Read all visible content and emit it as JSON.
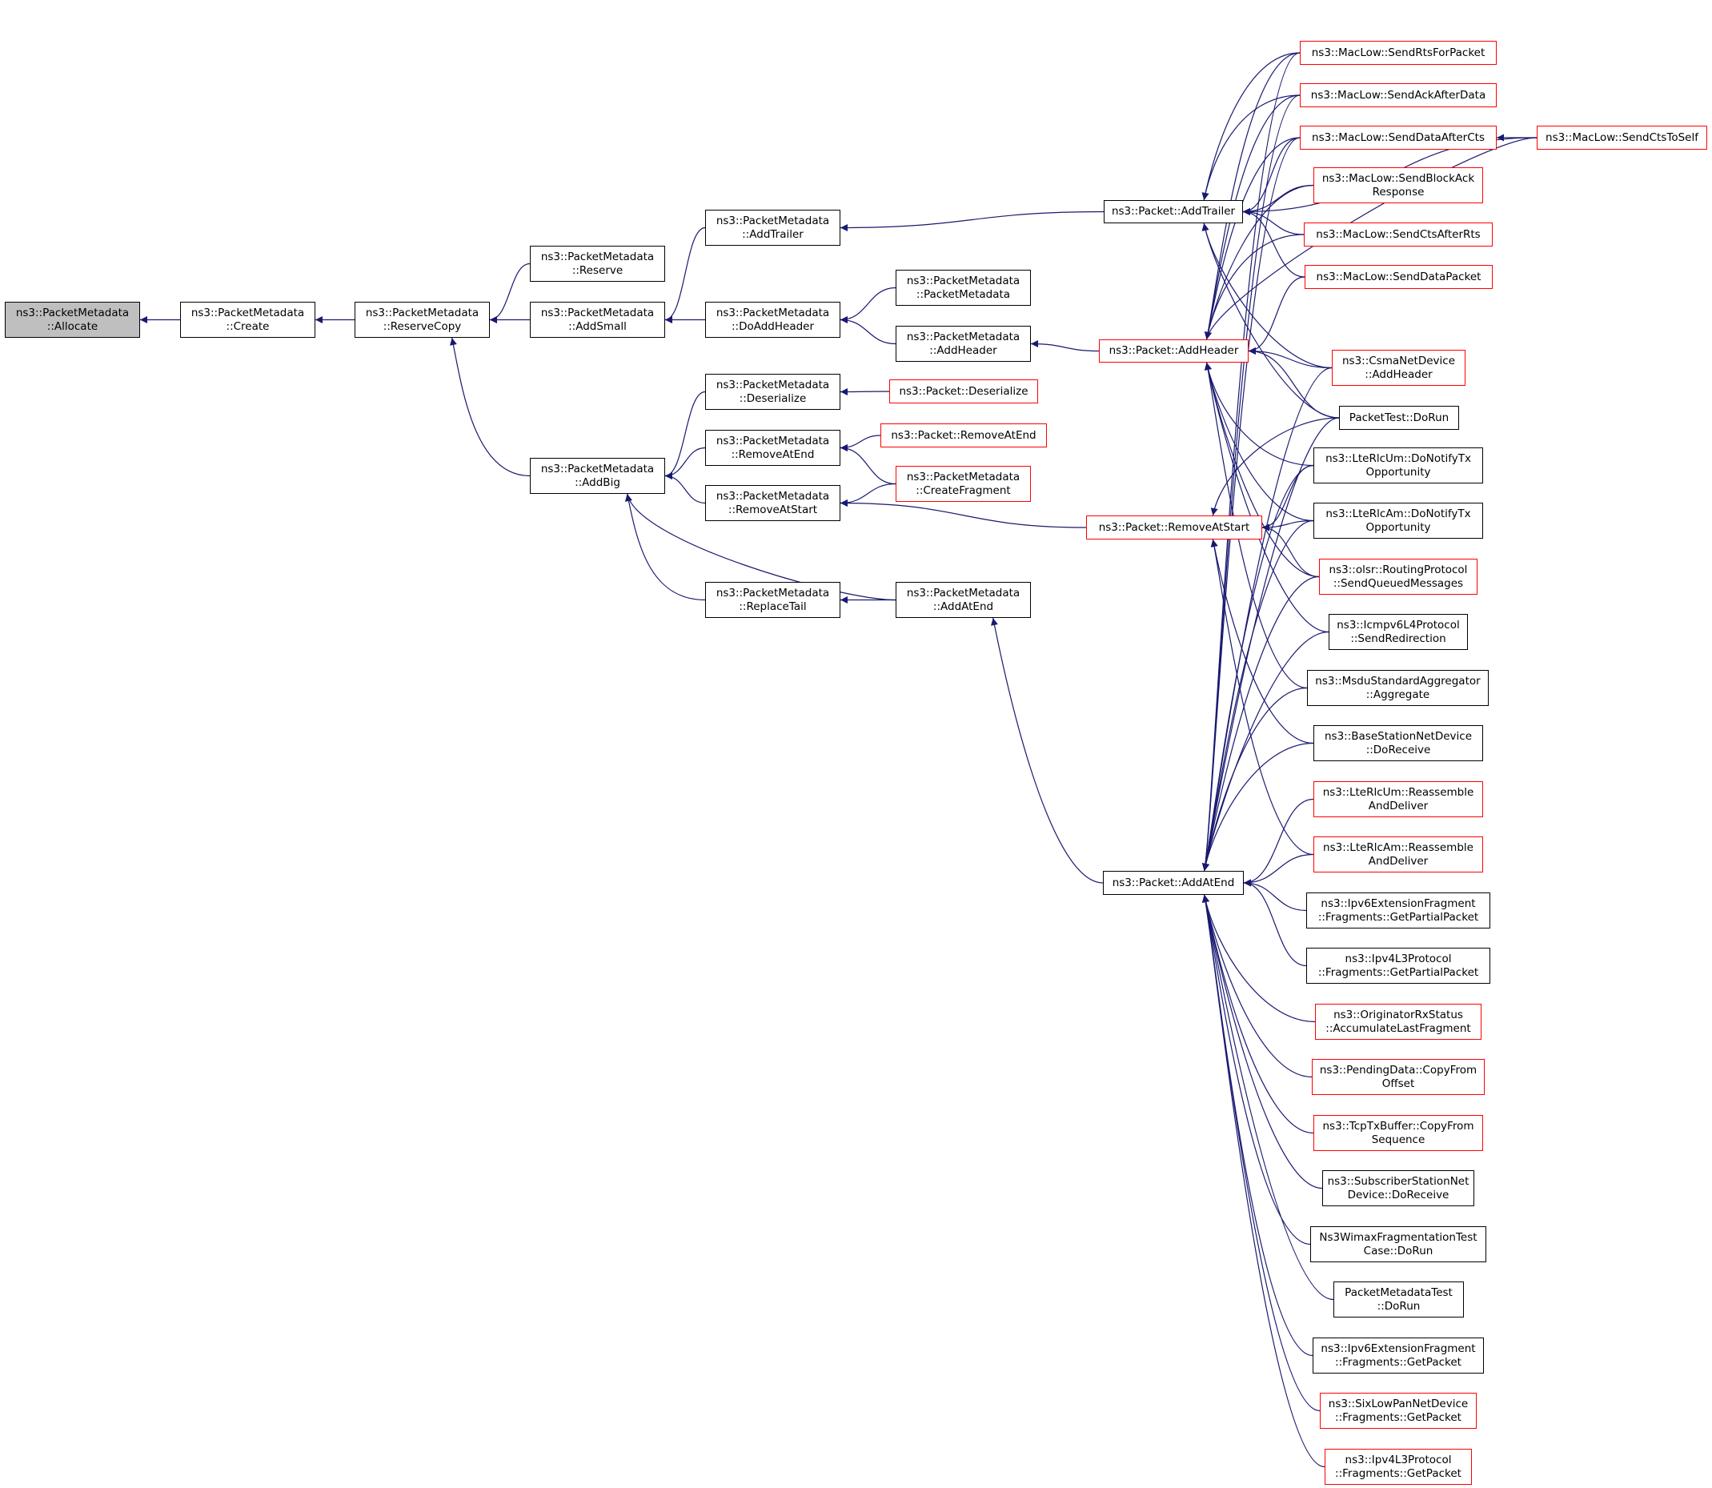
{
  "graph": {
    "colors": {
      "edge": "#191970",
      "node_border": "#000000",
      "truncated_border": "#ff0000",
      "focus_fill": "#bfbfbf",
      "text": "#000000"
    },
    "nodes": [
      {
        "id": "allocate",
        "label": "ns3::PacketMetadata\n::Allocate",
        "style": "focus"
      },
      {
        "id": "create",
        "label": "ns3::PacketMetadata\n::Create",
        "style": "normal"
      },
      {
        "id": "reservecopy",
        "label": "ns3::PacketMetadata\n::ReserveCopy",
        "style": "normal"
      },
      {
        "id": "reserve",
        "label": "ns3::PacketMetadata\n::Reserve",
        "style": "normal"
      },
      {
        "id": "addsmall",
        "label": "ns3::PacketMetadata\n::AddSmall",
        "style": "normal"
      },
      {
        "id": "addbig",
        "label": "ns3::PacketMetadata\n::AddBig",
        "style": "normal"
      },
      {
        "id": "pm_addtrailer",
        "label": "ns3::PacketMetadata\n::AddTrailer",
        "style": "normal"
      },
      {
        "id": "doaddheader",
        "label": "ns3::PacketMetadata\n::DoAddHeader",
        "style": "normal"
      },
      {
        "id": "pm_deserialize",
        "label": "ns3::PacketMetadata\n::Deserialize",
        "style": "normal"
      },
      {
        "id": "pm_removeatend",
        "label": "ns3::PacketMetadata\n::RemoveAtEnd",
        "style": "normal"
      },
      {
        "id": "pm_removeatstart",
        "label": "ns3::PacketMetadata\n::RemoveAtStart",
        "style": "normal"
      },
      {
        "id": "replacetail",
        "label": "ns3::PacketMetadata\n::ReplaceTail",
        "style": "normal"
      },
      {
        "id": "pm_ctor",
        "label": "ns3::PacketMetadata\n::PacketMetadata",
        "style": "normal"
      },
      {
        "id": "pm_addheader",
        "label": "ns3::PacketMetadata\n::AddHeader",
        "style": "normal"
      },
      {
        "id": "p_deserialize",
        "label": "ns3::Packet::Deserialize",
        "style": "truncated"
      },
      {
        "id": "p_removeatend",
        "label": "ns3::Packet::RemoveAtEnd",
        "style": "truncated"
      },
      {
        "id": "createfragment",
        "label": "ns3::PacketMetadata\n::CreateFragment",
        "style": "truncated"
      },
      {
        "id": "pm_addatend",
        "label": "ns3::PacketMetadata\n::AddAtEnd",
        "style": "normal"
      },
      {
        "id": "p_addtrailer",
        "label": "ns3::Packet::AddTrailer",
        "style": "normal"
      },
      {
        "id": "p_addheader",
        "label": "ns3::Packet::AddHeader",
        "style": "truncated"
      },
      {
        "id": "p_removeatstart",
        "label": "ns3::Packet::RemoveAtStart",
        "style": "truncated"
      },
      {
        "id": "p_addatend",
        "label": "ns3::Packet::AddAtEnd",
        "style": "normal"
      },
      {
        "id": "sendrts",
        "label": "ns3::MacLow::SendRtsForPacket",
        "style": "truncated"
      },
      {
        "id": "sendackafterdata",
        "label": "ns3::MacLow::SendAckAfterData",
        "style": "truncated"
      },
      {
        "id": "senddataaftercts",
        "label": "ns3::MacLow::SendDataAfterCts",
        "style": "truncated"
      },
      {
        "id": "sendctstoself",
        "label": "ns3::MacLow::SendCtsToSelf",
        "style": "truncated"
      },
      {
        "id": "sendblockack",
        "label": "ns3::MacLow::SendBlockAck\nResponse",
        "style": "truncated"
      },
      {
        "id": "sendctsafterrts",
        "label": "ns3::MacLow::SendCtsAfterRts",
        "style": "truncated"
      },
      {
        "id": "senddatapacket",
        "label": "ns3::MacLow::SendDataPacket",
        "style": "truncated"
      },
      {
        "id": "csma_addheader",
        "label": "ns3::CsmaNetDevice\n::AddHeader",
        "style": "truncated"
      },
      {
        "id": "packettest",
        "label": "PacketTest::DoRun",
        "style": "normal"
      },
      {
        "id": "rlcum_notify",
        "label": "ns3::LteRlcUm::DoNotifyTx\nOpportunity",
        "style": "normal"
      },
      {
        "id": "rlcam_notify",
        "label": "ns3::LteRlcAm::DoNotifyTx\nOpportunity",
        "style": "normal"
      },
      {
        "id": "olsr_send",
        "label": "ns3::olsr::RoutingProtocol\n::SendQueuedMessages",
        "style": "truncated"
      },
      {
        "id": "icmpv6_redirect",
        "label": "ns3::Icmpv6L4Protocol\n::SendRedirection",
        "style": "normal"
      },
      {
        "id": "msdu_aggregate",
        "label": "ns3::MsduStandardAggregator\n::Aggregate",
        "style": "normal"
      },
      {
        "id": "bs_doreceive",
        "label": "ns3::BaseStationNetDevice\n::DoReceive",
        "style": "normal"
      },
      {
        "id": "rlcum_reassemble",
        "label": "ns3::LteRlcUm::Reassemble\nAndDeliver",
        "style": "truncated"
      },
      {
        "id": "rlcam_reassemble",
        "label": "ns3::LteRlcAm::Reassemble\nAndDeliver",
        "style": "truncated"
      },
      {
        "id": "ipv6ext_partial",
        "label": "ns3::Ipv6ExtensionFragment\n::Fragments::GetPartialPacket",
        "style": "normal"
      },
      {
        "id": "ipv4l3_partial",
        "label": "ns3::Ipv4L3Protocol\n::Fragments::GetPartialPacket",
        "style": "normal"
      },
      {
        "id": "originator",
        "label": "ns3::OriginatorRxStatus\n::AccumulateLastFragment",
        "style": "truncated"
      },
      {
        "id": "pendingdata",
        "label": "ns3::PendingData::CopyFrom\nOffset",
        "style": "truncated"
      },
      {
        "id": "tcptxbuffer",
        "label": "ns3::TcpTxBuffer::CopyFrom\nSequence",
        "style": "truncated"
      },
      {
        "id": "ss_doreceive",
        "label": "ns3::SubscriberStationNet\nDevice::DoReceive",
        "style": "normal"
      },
      {
        "id": "wimaxfrag",
        "label": "Ns3WimaxFragmentationTest\nCase::DoRun",
        "style": "normal"
      },
      {
        "id": "pmtest",
        "label": "PacketMetadataTest\n::DoRun",
        "style": "normal"
      },
      {
        "id": "ipv6ext_getpacket",
        "label": "ns3::Ipv6ExtensionFragment\n::Fragments::GetPacket",
        "style": "normal"
      },
      {
        "id": "sixlowpan",
        "label": "ns3::SixLowPanNetDevice\n::Fragments::GetPacket",
        "style": "truncated"
      },
      {
        "id": "ipv4l3_getpacket",
        "label": "ns3::Ipv4L3Protocol\n::Fragments::GetPacket",
        "style": "truncated"
      }
    ],
    "edges": [
      [
        "create",
        "allocate"
      ],
      [
        "reservecopy",
        "create"
      ],
      [
        "reserve",
        "reservecopy"
      ],
      [
        "addsmall",
        "reservecopy"
      ],
      [
        "addbig",
        "reservecopy"
      ],
      [
        "pm_addtrailer",
        "addsmall"
      ],
      [
        "doaddheader",
        "addsmall"
      ],
      [
        "pm_deserialize",
        "addbig"
      ],
      [
        "pm_removeatend",
        "addbig"
      ],
      [
        "pm_removeatstart",
        "addbig"
      ],
      [
        "replacetail",
        "addbig"
      ],
      [
        "pm_addatend",
        "addbig"
      ],
      [
        "pm_ctor",
        "doaddheader"
      ],
      [
        "pm_addheader",
        "doaddheader"
      ],
      [
        "p_deserialize",
        "pm_deserialize"
      ],
      [
        "p_removeatend",
        "pm_removeatend"
      ],
      [
        "createfragment",
        "pm_removeatend"
      ],
      [
        "createfragment",
        "pm_removeatstart"
      ],
      [
        "p_removeatstart",
        "pm_removeatstart"
      ],
      [
        "pm_addatend",
        "replacetail"
      ],
      [
        "p_addatend",
        "pm_addatend"
      ],
      [
        "p_addtrailer",
        "pm_addtrailer"
      ],
      [
        "p_addheader",
        "pm_addheader"
      ],
      [
        "sendctstoself",
        "senddataaftercts"
      ],
      [
        "sendrts",
        "p_addtrailer"
      ],
      [
        "sendackafterdata",
        "p_addtrailer"
      ],
      [
        "senddataaftercts",
        "p_addtrailer"
      ],
      [
        "sendctstoself",
        "p_addtrailer"
      ],
      [
        "sendblockack",
        "p_addtrailer"
      ],
      [
        "sendctsafterrts",
        "p_addtrailer"
      ],
      [
        "senddatapacket",
        "p_addtrailer"
      ],
      [
        "csma_addheader",
        "p_addtrailer"
      ],
      [
        "packettest",
        "p_addtrailer"
      ],
      [
        "sendrts",
        "p_addheader"
      ],
      [
        "sendackafterdata",
        "p_addheader"
      ],
      [
        "senddataaftercts",
        "p_addheader"
      ],
      [
        "sendctstoself",
        "p_addheader"
      ],
      [
        "sendblockack",
        "p_addheader"
      ],
      [
        "sendctsafterrts",
        "p_addheader"
      ],
      [
        "senddatapacket",
        "p_addheader"
      ],
      [
        "csma_addheader",
        "p_addheader"
      ],
      [
        "packettest",
        "p_addheader"
      ],
      [
        "rlcum_notify",
        "p_addheader"
      ],
      [
        "rlcam_notify",
        "p_addheader"
      ],
      [
        "olsr_send",
        "p_addheader"
      ],
      [
        "icmpv6_redirect",
        "p_addheader"
      ],
      [
        "msdu_aggregate",
        "p_addheader"
      ],
      [
        "packettest",
        "p_removeatstart"
      ],
      [
        "rlcum_notify",
        "p_removeatstart"
      ],
      [
        "rlcam_notify",
        "p_removeatstart"
      ],
      [
        "olsr_send",
        "p_removeatstart"
      ],
      [
        "bs_doreceive",
        "p_removeatstart"
      ],
      [
        "rlcam_reassemble",
        "p_removeatstart"
      ],
      [
        "csma_addheader",
        "p_addatend"
      ],
      [
        "packettest",
        "p_addatend"
      ],
      [
        "rlcum_notify",
        "p_addatend"
      ],
      [
        "rlcam_notify",
        "p_addatend"
      ],
      [
        "olsr_send",
        "p_addatend"
      ],
      [
        "icmpv6_redirect",
        "p_addatend"
      ],
      [
        "msdu_aggregate",
        "p_addatend"
      ],
      [
        "bs_doreceive",
        "p_addatend"
      ],
      [
        "rlcum_reassemble",
        "p_addatend"
      ],
      [
        "rlcam_reassemble",
        "p_addatend"
      ],
      [
        "ipv6ext_partial",
        "p_addatend"
      ],
      [
        "ipv4l3_partial",
        "p_addatend"
      ],
      [
        "originator",
        "p_addatend"
      ],
      [
        "pendingdata",
        "p_addatend"
      ],
      [
        "tcptxbuffer",
        "p_addatend"
      ],
      [
        "ss_doreceive",
        "p_addatend"
      ],
      [
        "wimaxfrag",
        "p_addatend"
      ],
      [
        "pmtest",
        "p_addatend"
      ],
      [
        "ipv6ext_getpacket",
        "p_addatend"
      ],
      [
        "sixlowpan",
        "p_addatend"
      ],
      [
        "ipv4l3_getpacket",
        "p_addatend"
      ],
      [
        "sendrts",
        "p_addatend"
      ],
      [
        "sendackafterdata",
        "p_addatend"
      ],
      [
        "senddataaftercts",
        "p_addatend"
      ]
    ]
  }
}
